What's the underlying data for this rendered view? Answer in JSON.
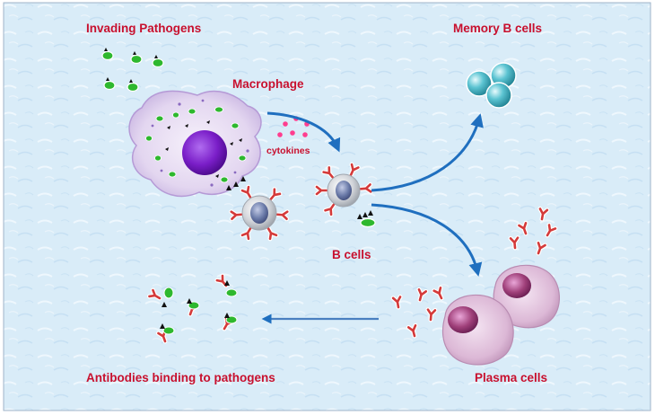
{
  "labels": {
    "invading_pathogens": "Invading Pathogens",
    "macrophage": "Macrophage",
    "cytokines": "cytokines",
    "memory_b_cells": "Memory B cells",
    "b_cells": "B cells",
    "plasma_cells": "Plasma cells",
    "antibodies_binding": "Antibodies binding to pathogens"
  },
  "colors": {
    "label_red": "#c8102e",
    "arrow_blue": "#1f6fbf",
    "background": "#d9ecf8",
    "frame": "#9fb3c8",
    "pathogen_green": "#2eb82e",
    "macrophage_body": "#e6dcf2",
    "macrophage_nucleus": "#7a1ec8",
    "cytokine_pink": "#ff3d8f",
    "memory_cell_teal": "#3aa8b8",
    "b_cell_gray": "#c9ccd1",
    "b_cell_nucleus": "#6a7aa8",
    "antibody_red": "#d43a3a",
    "plasma_cell_body": "#dcb8d6",
    "plasma_nucleus": "#a0407a"
  }
}
